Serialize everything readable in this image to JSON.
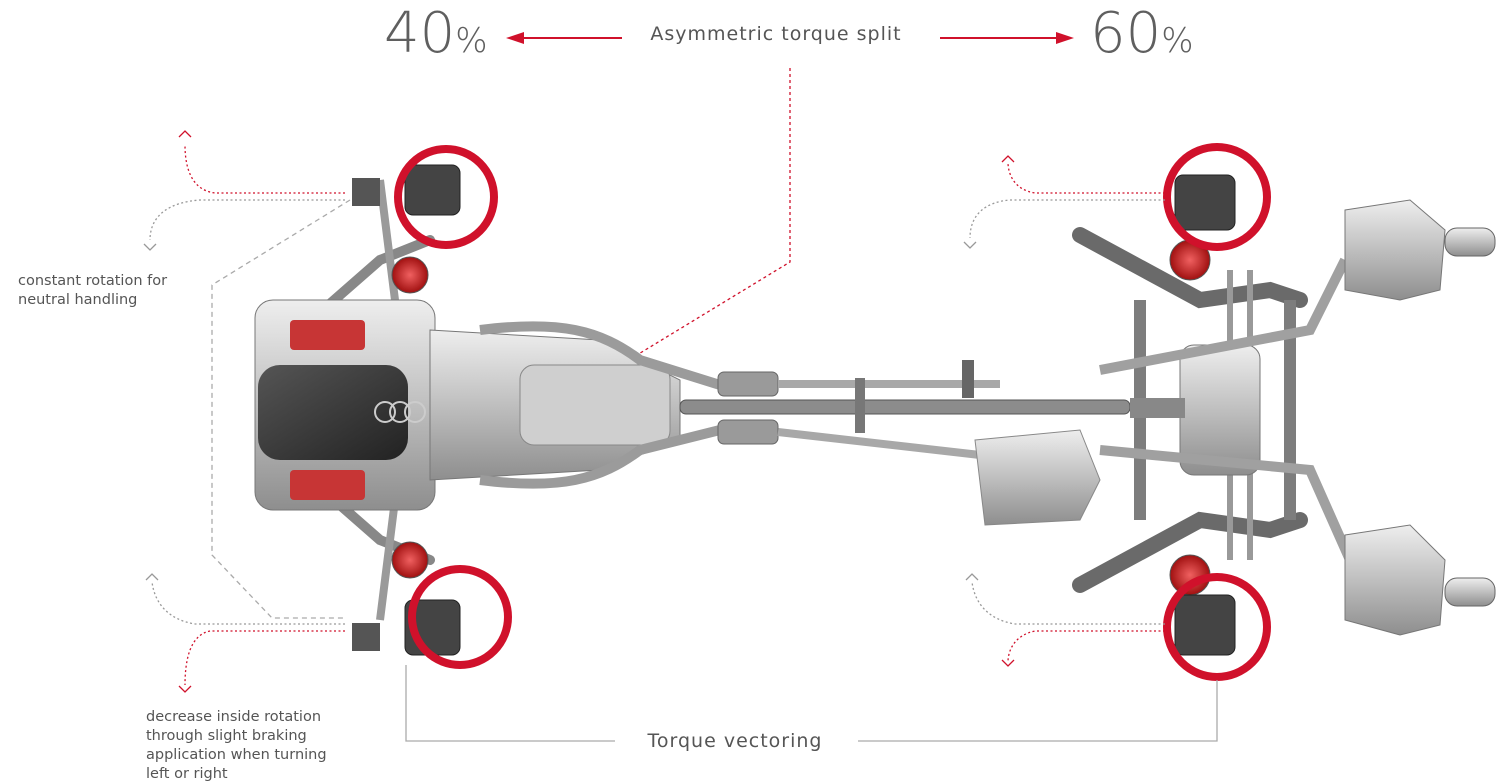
{
  "header": {
    "left_percent": "40",
    "right_percent": "60",
    "percent_sign": "%",
    "split_label": "Asymmetric torque split"
  },
  "notes": {
    "constant_rotation": "constant rotation for neutral handling",
    "decrease_rotation": "decrease inside rotation through slight braking application when turning left or right"
  },
  "footer": {
    "torque_vectoring_label": "Torque vectoring"
  },
  "colors": {
    "accent_red": "#d0112b",
    "text_gray": "#555555",
    "line_gray": "#9a9a9a"
  },
  "icons": [
    "arrow-left-icon",
    "arrow-right-icon",
    "chevron-up-icon",
    "chevron-down-icon"
  ]
}
